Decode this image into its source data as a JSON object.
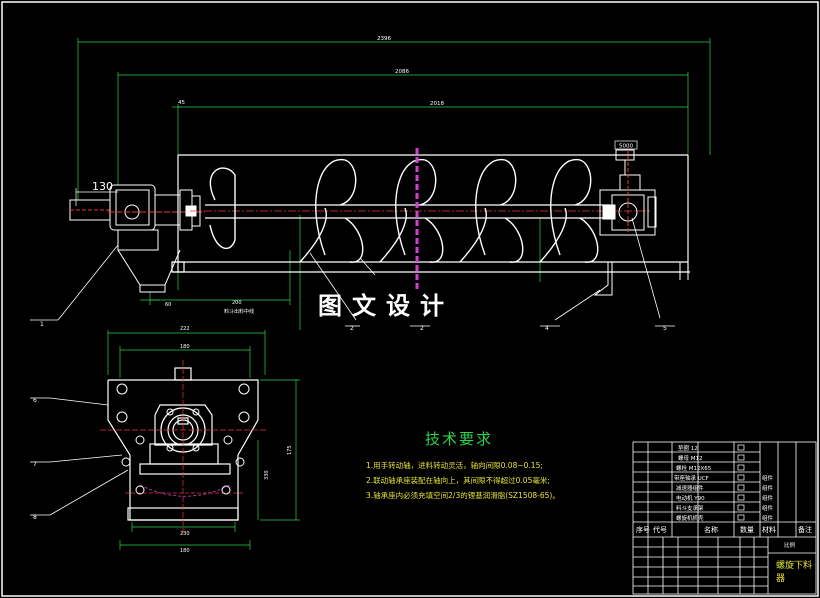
{
  "drawing": {
    "watermark": "图文设计",
    "dim_left_130": "130",
    "dims_top": [
      "2396",
      "2086",
      "2018",
      "45"
    ],
    "dims_misc": [
      "60",
      "200",
      "料斗出料中线",
      "222",
      "180",
      "330",
      "230",
      "175"
    ],
    "balloons": [
      "1",
      "2",
      "2",
      "4",
      "5",
      "6",
      "7",
      "8"
    ],
    "lid_label": "5000"
  },
  "technical_requirements": {
    "title": "技术要求",
    "items": [
      "1.用手转动轴，进料转动灵活，轴向间隙0.08~0.15;",
      "2.联动轴承座装配在轴向上，其间隙不得超过0.05毫米;",
      "3.轴承座内必须充填空间2/3的锂基润滑脂(SZ1508-65)。"
    ]
  },
  "title_block": {
    "parts_header": [
      "序号",
      "代号",
      "名称",
      "数量",
      "材料",
      "备注"
    ],
    "parts": [
      {
        "name": "垫圈 12",
        "material": ""
      },
      {
        "name": "螺母 M12",
        "material": ""
      },
      {
        "name": "螺栓 M12X65",
        "material": ""
      },
      {
        "name": "带座轴承 UCF",
        "material": "组件"
      },
      {
        "name": "减速器组件",
        "material": "组件"
      },
      {
        "name": "电动机 Y90",
        "material": "组件"
      },
      {
        "name": "料斗支承架",
        "material": "组件"
      },
      {
        "name": "螺旋机机壳",
        "material": "组件"
      }
    ],
    "drawing_name": "螺旋下料器",
    "label_sheet": "比例"
  }
}
